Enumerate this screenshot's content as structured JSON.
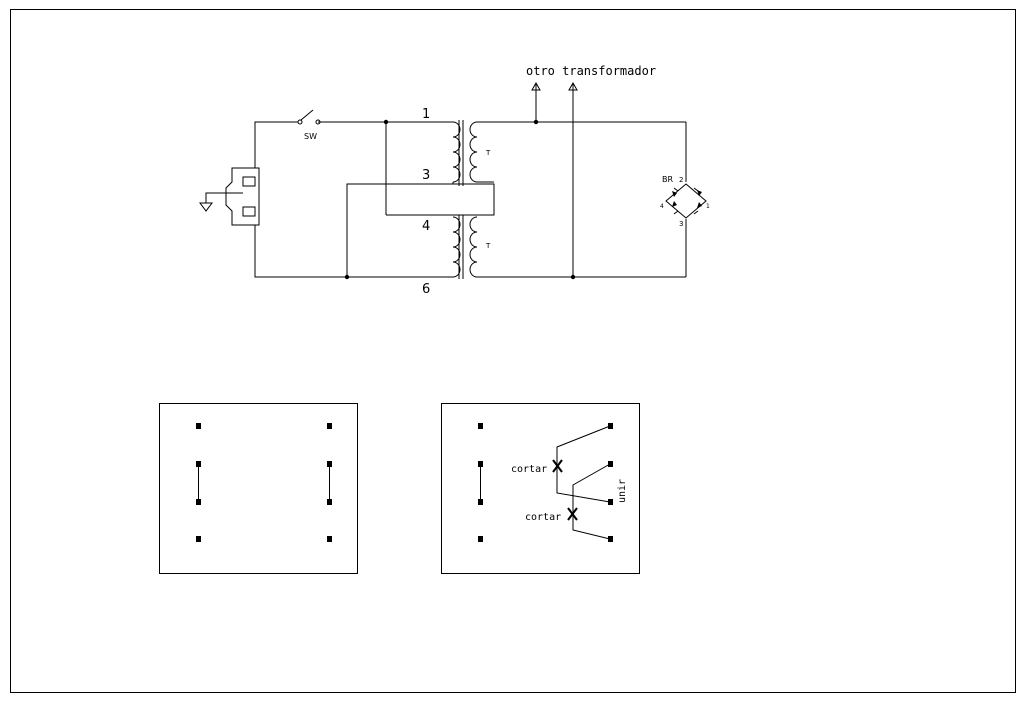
{
  "schematic": {
    "labels": {
      "other_transformer": "otro transformador",
      "switch": "SW",
      "pin_1": "1",
      "pin_3": "3",
      "pin_4": "4",
      "pin_6": "6",
      "transformer_top": "T",
      "transformer_bottom": "T",
      "bridge": "BR",
      "bridge_pin_1": "1",
      "bridge_pin_2": "2",
      "bridge_pin_3": "3",
      "bridge_pin_4": "4"
    }
  },
  "modification": {
    "cut_top": "cortar",
    "cut_bottom": "cortar",
    "join": "unir"
  }
}
